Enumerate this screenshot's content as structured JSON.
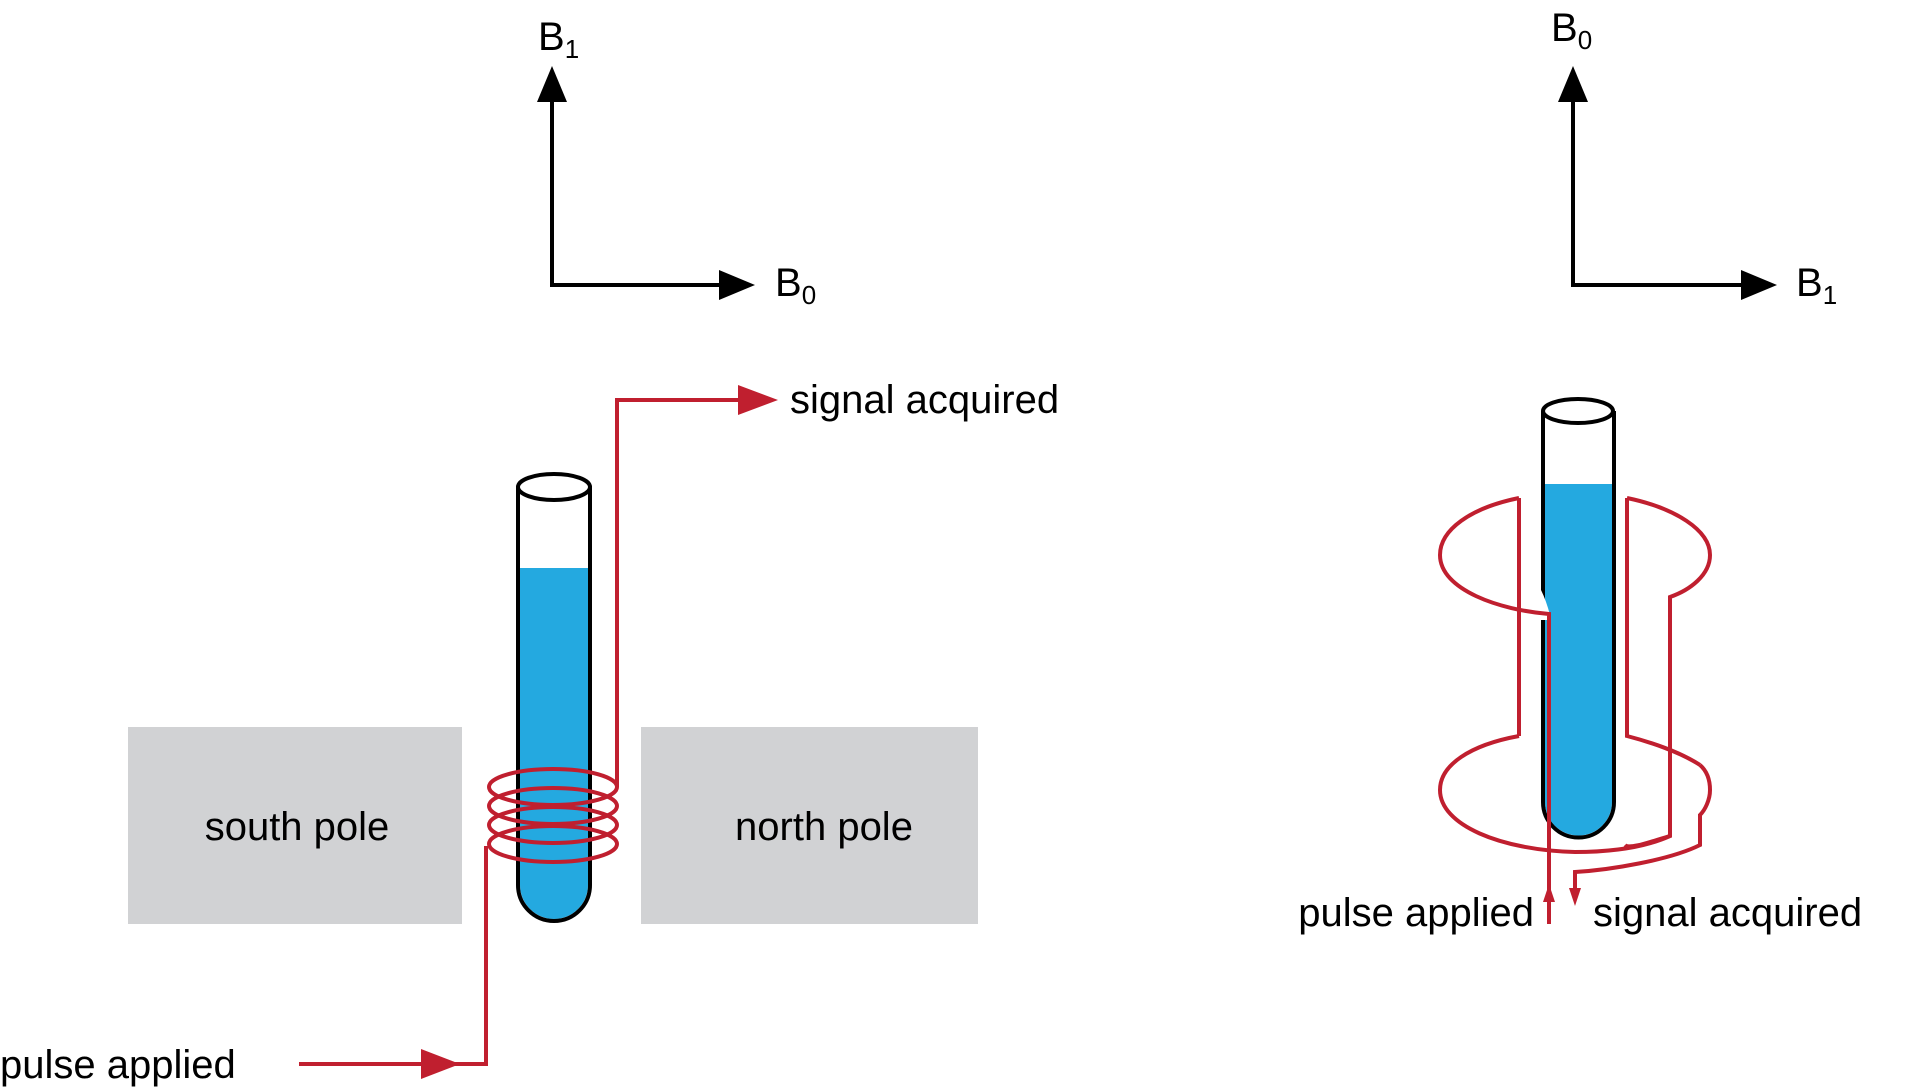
{
  "colors": {
    "ink": "#000000",
    "wire": "#c01f2f",
    "liquid": "#24a9e0",
    "magnet": "#d1d2d4",
    "background": "#ffffff"
  },
  "left_panel": {
    "axes": {
      "vertical": {
        "base": "B",
        "subscript": "1"
      },
      "horizontal": {
        "base": "B",
        "subscript": "0"
      }
    },
    "south_pole_label": "south pole",
    "north_pole_label": "north pole",
    "signal_label": "signal acquired",
    "pulse_label": "pulse applied",
    "coil_turns": 4
  },
  "right_panel": {
    "axes": {
      "vertical": {
        "base": "B",
        "subscript": "0"
      },
      "horizontal": {
        "base": "B",
        "subscript": "1"
      }
    },
    "pulse_label": "pulse applied",
    "signal_label": "signal acquired"
  }
}
